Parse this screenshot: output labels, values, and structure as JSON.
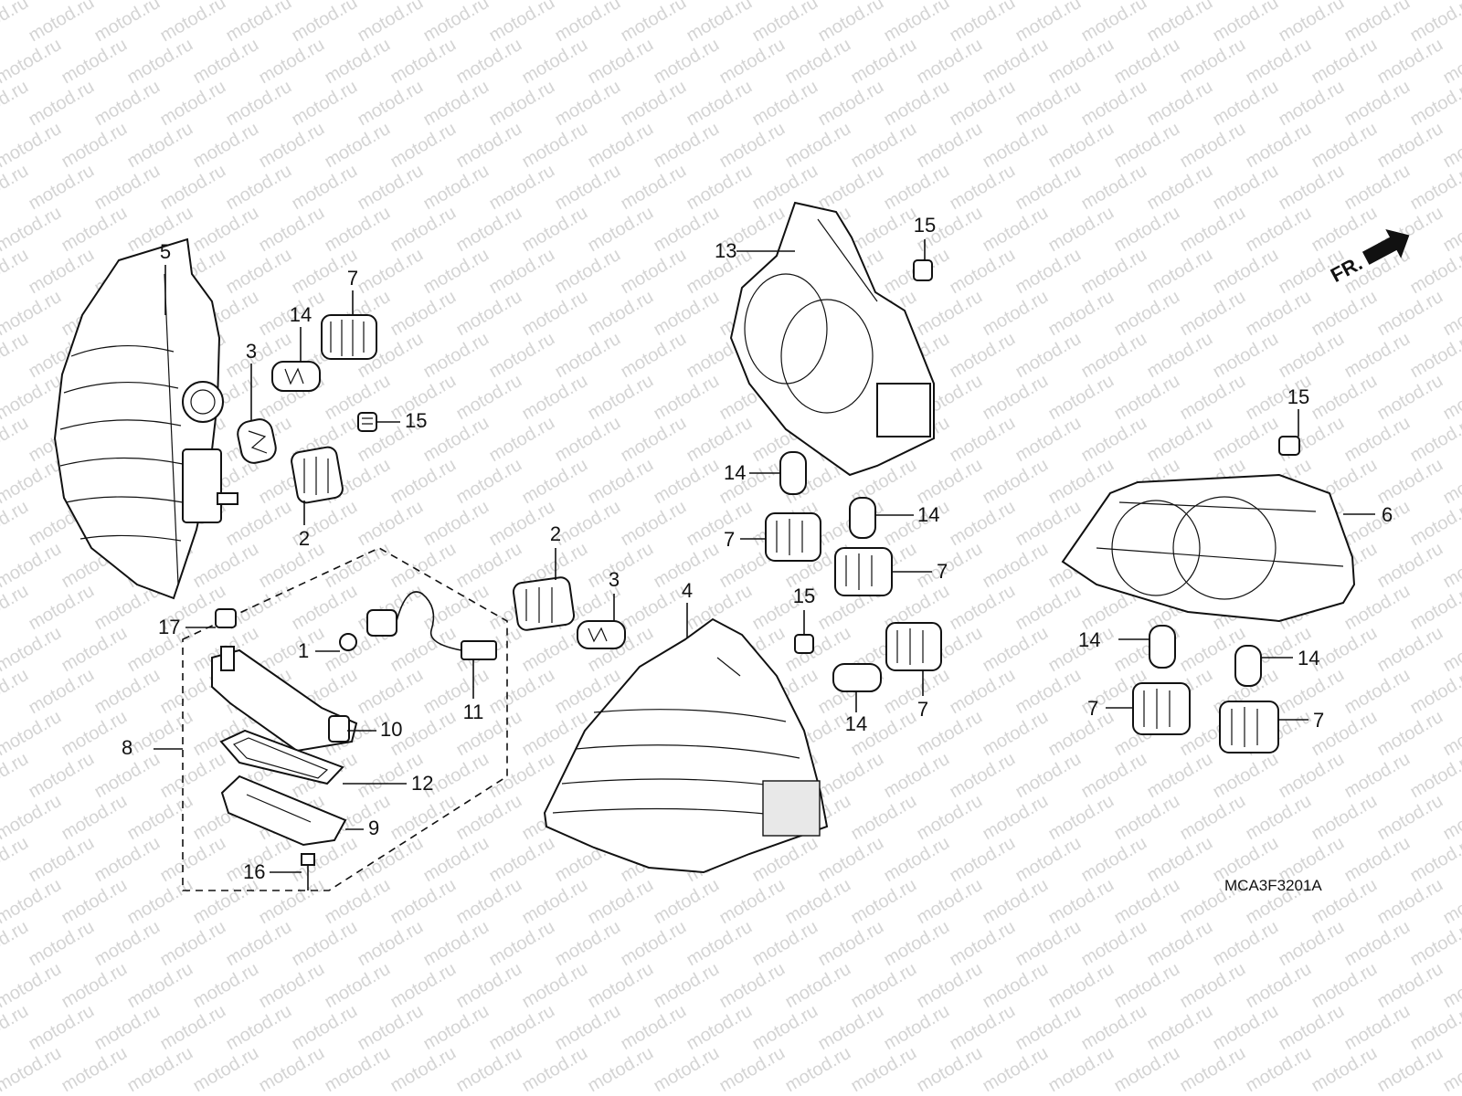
{
  "watermark": "motod.ru",
  "diagram_code": "MCA3F3201A",
  "direction_label": "FR.",
  "callouts": [
    {
      "id": "c5",
      "text": "5"
    },
    {
      "id": "c7a",
      "text": "7"
    },
    {
      "id": "c14a",
      "text": "14"
    },
    {
      "id": "c3a",
      "text": "3"
    },
    {
      "id": "c15a",
      "text": "15"
    },
    {
      "id": "c2a",
      "text": "2"
    },
    {
      "id": "c17",
      "text": "17"
    },
    {
      "id": "c1",
      "text": "1"
    },
    {
      "id": "c11",
      "text": "11"
    },
    {
      "id": "c10",
      "text": "10"
    },
    {
      "id": "c8",
      "text": "8"
    },
    {
      "id": "c12",
      "text": "12"
    },
    {
      "id": "c9",
      "text": "9"
    },
    {
      "id": "c16",
      "text": "16"
    },
    {
      "id": "c2b",
      "text": "2"
    },
    {
      "id": "c3b",
      "text": "3"
    },
    {
      "id": "c4",
      "text": "4"
    },
    {
      "id": "c13",
      "text": "13"
    },
    {
      "id": "c15b",
      "text": "15"
    },
    {
      "id": "c14b",
      "text": "14"
    },
    {
      "id": "c7b",
      "text": "7"
    },
    {
      "id": "c14c",
      "text": "14"
    },
    {
      "id": "c7c",
      "text": "7"
    },
    {
      "id": "c15c",
      "text": "15"
    },
    {
      "id": "c14d",
      "text": "14"
    },
    {
      "id": "c7d",
      "text": "7"
    },
    {
      "id": "c15d",
      "text": "15"
    },
    {
      "id": "c6",
      "text": "6"
    },
    {
      "id": "c14e",
      "text": "14"
    },
    {
      "id": "c14f",
      "text": "14"
    },
    {
      "id": "c7e",
      "text": "7"
    },
    {
      "id": "c7f",
      "text": "7"
    }
  ]
}
